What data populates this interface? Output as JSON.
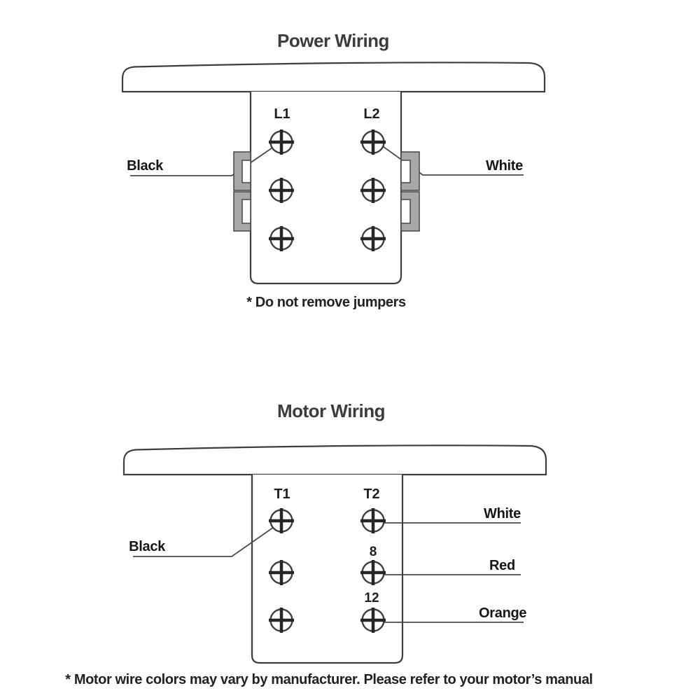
{
  "colors": {
    "background": "#ffffff",
    "line": "#3e3e3e",
    "wire_line": "#4a4a4a",
    "jumper_fill": "#a8a8a8",
    "label_text": "#161616",
    "title_text": "#3c3c3c"
  },
  "power_diagram": {
    "title": "Power Wiring",
    "terminals": {
      "left": "L1",
      "right": "L2"
    },
    "wires": {
      "left": "Black",
      "right": "White"
    },
    "note": "* Do not remove jumpers"
  },
  "motor_diagram": {
    "title": "Motor Wiring",
    "terminals": {
      "left": "T1",
      "right": "T2",
      "tap8": "8",
      "tap12": "12"
    },
    "wires": {
      "left": "Black",
      "top_right": "White",
      "middle_right": "Red",
      "bottom_right": "Orange"
    },
    "note": "* Motor wire colors may vary by manufacturer. Please refer to your motor’s manual"
  }
}
